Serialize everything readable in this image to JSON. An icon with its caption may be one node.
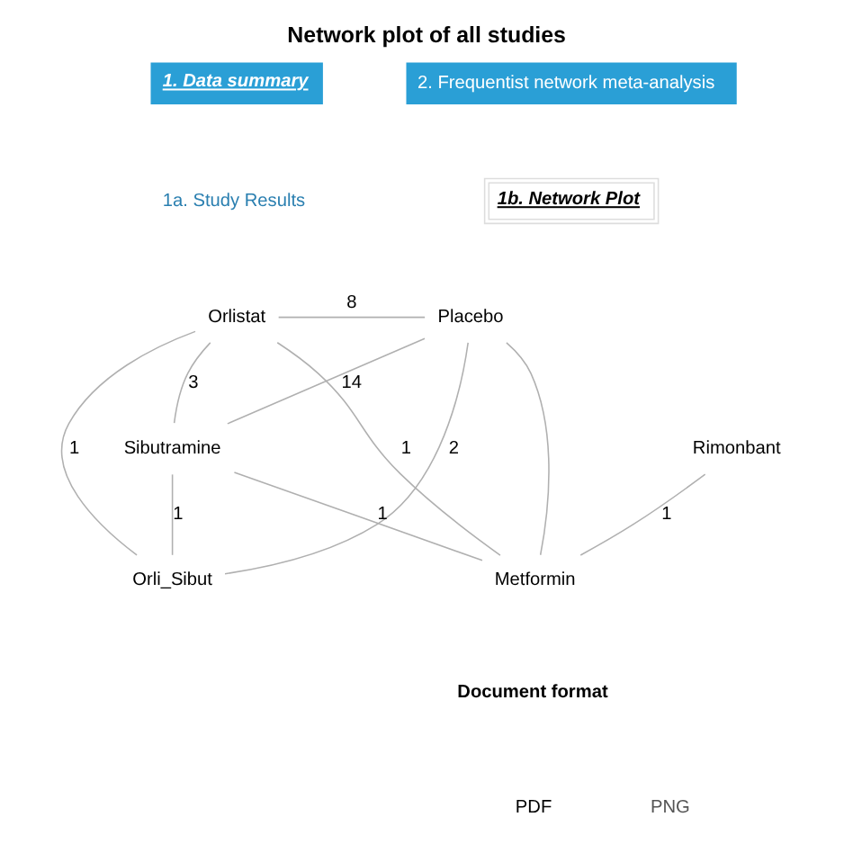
{
  "diagram": {
    "title": "Network plot of all studies",
    "nodes": [
      {
        "text": [
          "Orlistat"
        ]
      },
      {
        "text": [
          "Placebo"
        ]
      },
      {
        "text": [
          "Sibutramine"
        ]
      },
      {
        "text": [
          "Rimonbant"
        ]
      },
      {
        "text": [
          "Metformin"
        ]
      },
      {
        "text": [
          "Orli_Sibut"
        ]
      }
    ],
    "edges": [
      {
        "from": 0,
        "to": 1,
        "arrow": "none",
        "label": "8"
      },
      {
        "from": 0,
        "to": 2,
        "arrow": "none",
        "label": "3"
      },
      {
        "from": 2,
        "to": 1,
        "arrow": "none",
        "label": "14"
      },
      {
        "from": 0,
        "to": 4,
        "arrow": "none",
        "label": "1"
      },
      {
        "from": 0,
        "to": 5,
        "arrow": "none",
        "label": "1"
      },
      {
        "from": 1,
        "to": 4,
        "arrow": "none"
      },
      {
        "from": 1,
        "to": 5,
        "arrow": "none",
        "label": "2"
      },
      {
        "from": 2,
        "to": 4,
        "arrow": "none",
        "label": "1"
      },
      {
        "from": 2,
        "to": 5,
        "arrow": "none",
        "label": "1"
      },
      {
        "from": 4,
        "to": 3,
        "arrow": "none",
        "label": "1"
      }
    ],
    "labels": [
      "1. Data summary",
      "2. Frequentist network meta-analysis",
      "1a. Study Results",
      "1b. Network Plot",
      "Document format",
      "PDF",
      "PNG"
    ]
  }
}
